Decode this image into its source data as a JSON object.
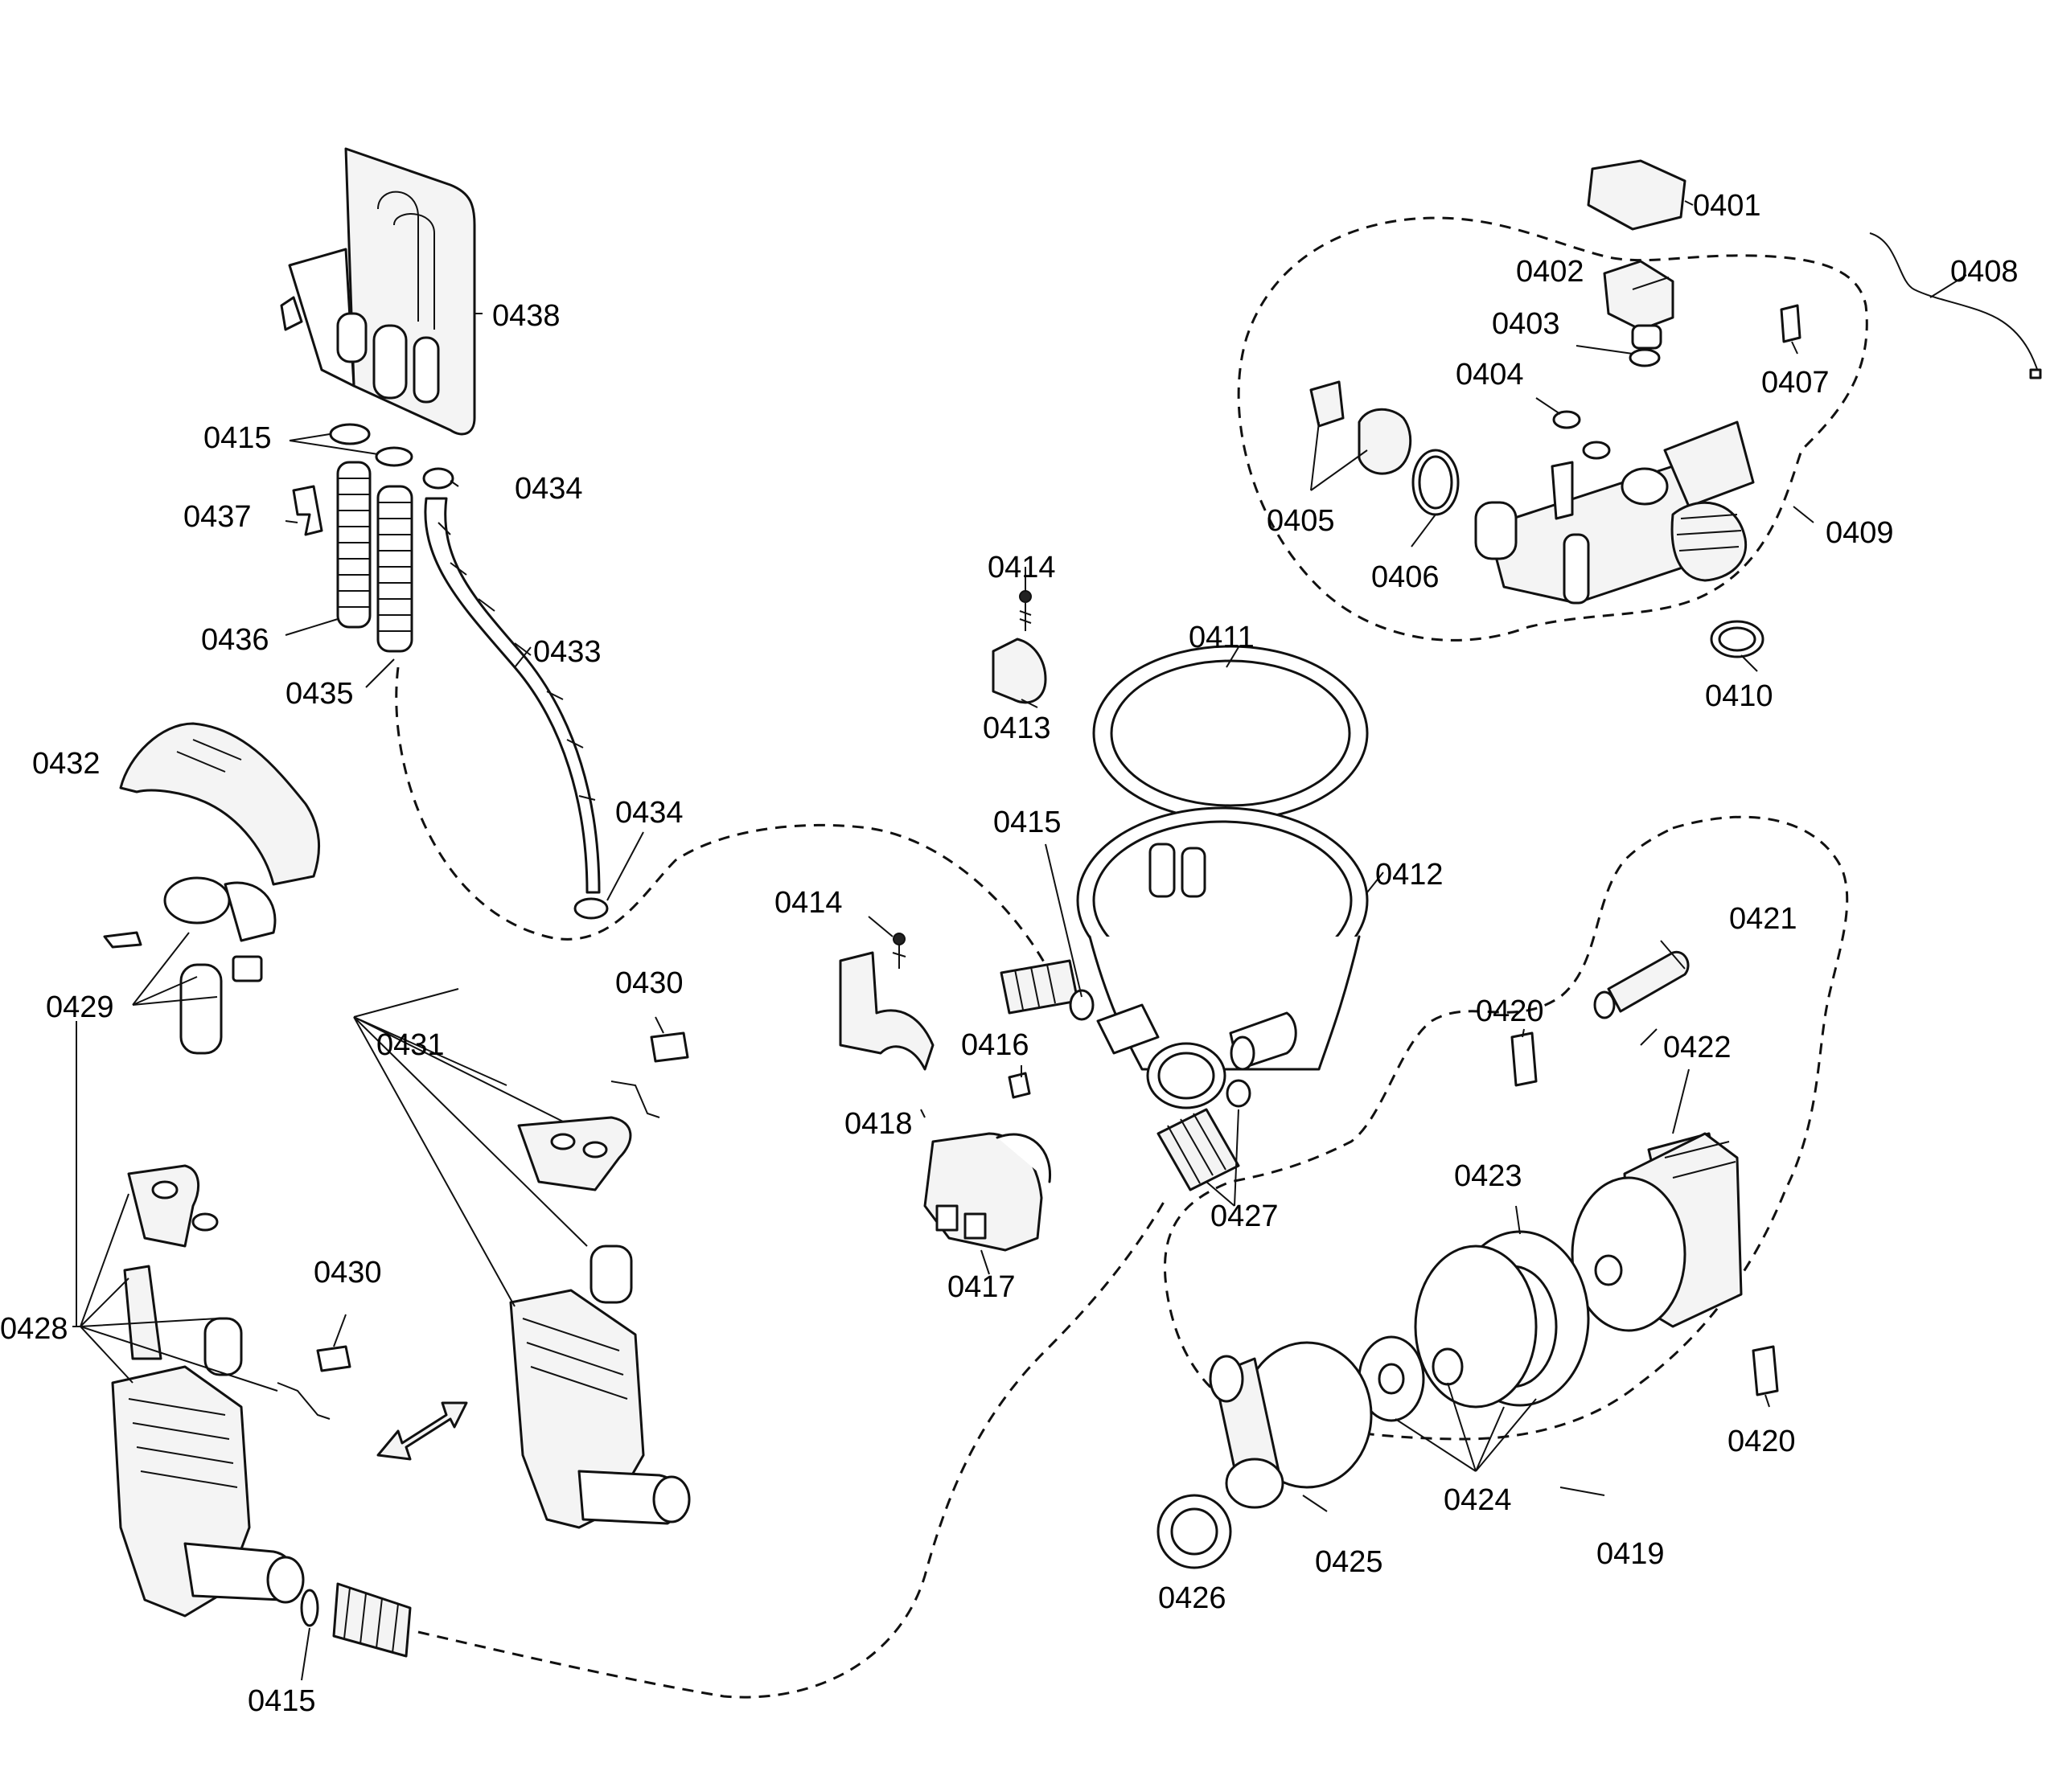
{
  "labels": {
    "p0401": "0401",
    "p0402": "0402",
    "p0403": "0403",
    "p0404": "0404",
    "p0405": "0405",
    "p0406": "0406",
    "p0407": "0407",
    "p0408": "0408",
    "p0409": "0409",
    "p0410": "0410",
    "p0411": "0411",
    "p0412": "0412",
    "p0413": "0413",
    "p0414a": "0414",
    "p0414b": "0414",
    "p0415a": "0415",
    "p0415b": "0415",
    "p0415c": "0415",
    "p0416": "0416",
    "p0417": "0417",
    "p0418": "0418",
    "p0419": "0419",
    "p0420a": "0420",
    "p0420b": "0420",
    "p0421": "0421",
    "p0422": "0422",
    "p0423": "0423",
    "p0424": "0424",
    "p0425": "0425",
    "p0426": "0426",
    "p0427": "0427",
    "p0428": "0428",
    "p0429": "0429",
    "p0430a": "0430",
    "p0430b": "0430",
    "p0431": "0431",
    "p0432": "0432",
    "p0433": "0433",
    "p0434a": "0434",
    "p0434b": "0434",
    "p0435": "0435",
    "p0436": "0436",
    "p0437": "0437",
    "p0438": "0438"
  }
}
